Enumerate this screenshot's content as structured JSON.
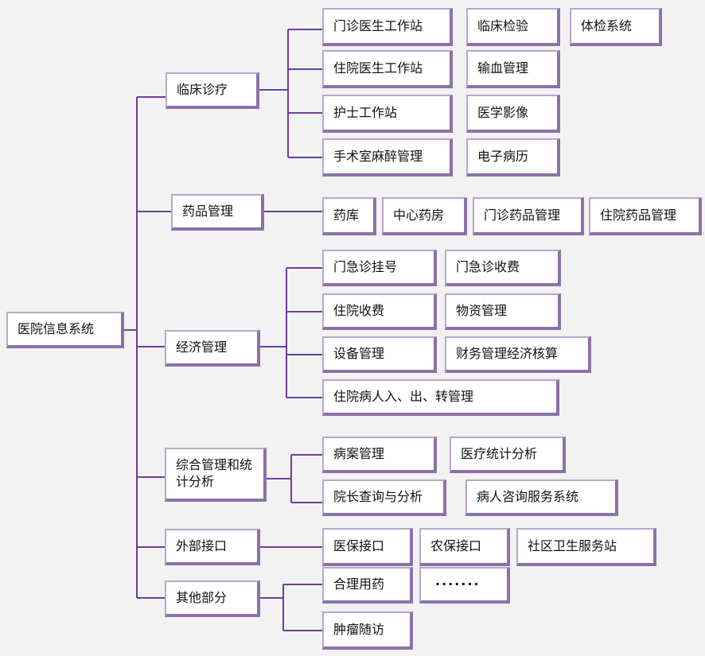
{
  "colors": {
    "line": "#6b3fa0",
    "box_border": "#8a72a8",
    "background": "#f2f2f2"
  },
  "root": {
    "label": "医院信息系统"
  },
  "categories": [
    {
      "label": "临床诊疗",
      "items": [
        "门诊医生工作站",
        "临床检验",
        "体检系统",
        "住院医生工作站",
        "输血管理",
        "护士工作站",
        "医学影像",
        "手术室麻醉管理",
        "电子病历"
      ]
    },
    {
      "label": "药品管理",
      "items": [
        "药库",
        "中心药房",
        "门诊药品管理",
        "住院药品管理"
      ]
    },
    {
      "label": "经济管理",
      "items": [
        "门急诊挂号",
        "门急诊收费",
        "住院收费",
        "物资管理",
        "设备管理",
        "财务管理经济核算",
        "住院病人入、出、转管理"
      ]
    },
    {
      "label": "综合管理和统计分析",
      "items": [
        "病案管理",
        "医疗统计分析",
        "院长查询与分析",
        "病人咨询服务系统"
      ]
    },
    {
      "label": "外部接口",
      "items": [
        "医保接口",
        "农保接口",
        "社区卫生服务站"
      ]
    },
    {
      "label": "其他部分",
      "items": [
        "合理用药",
        "·······",
        "肿瘤随访"
      ]
    }
  ]
}
